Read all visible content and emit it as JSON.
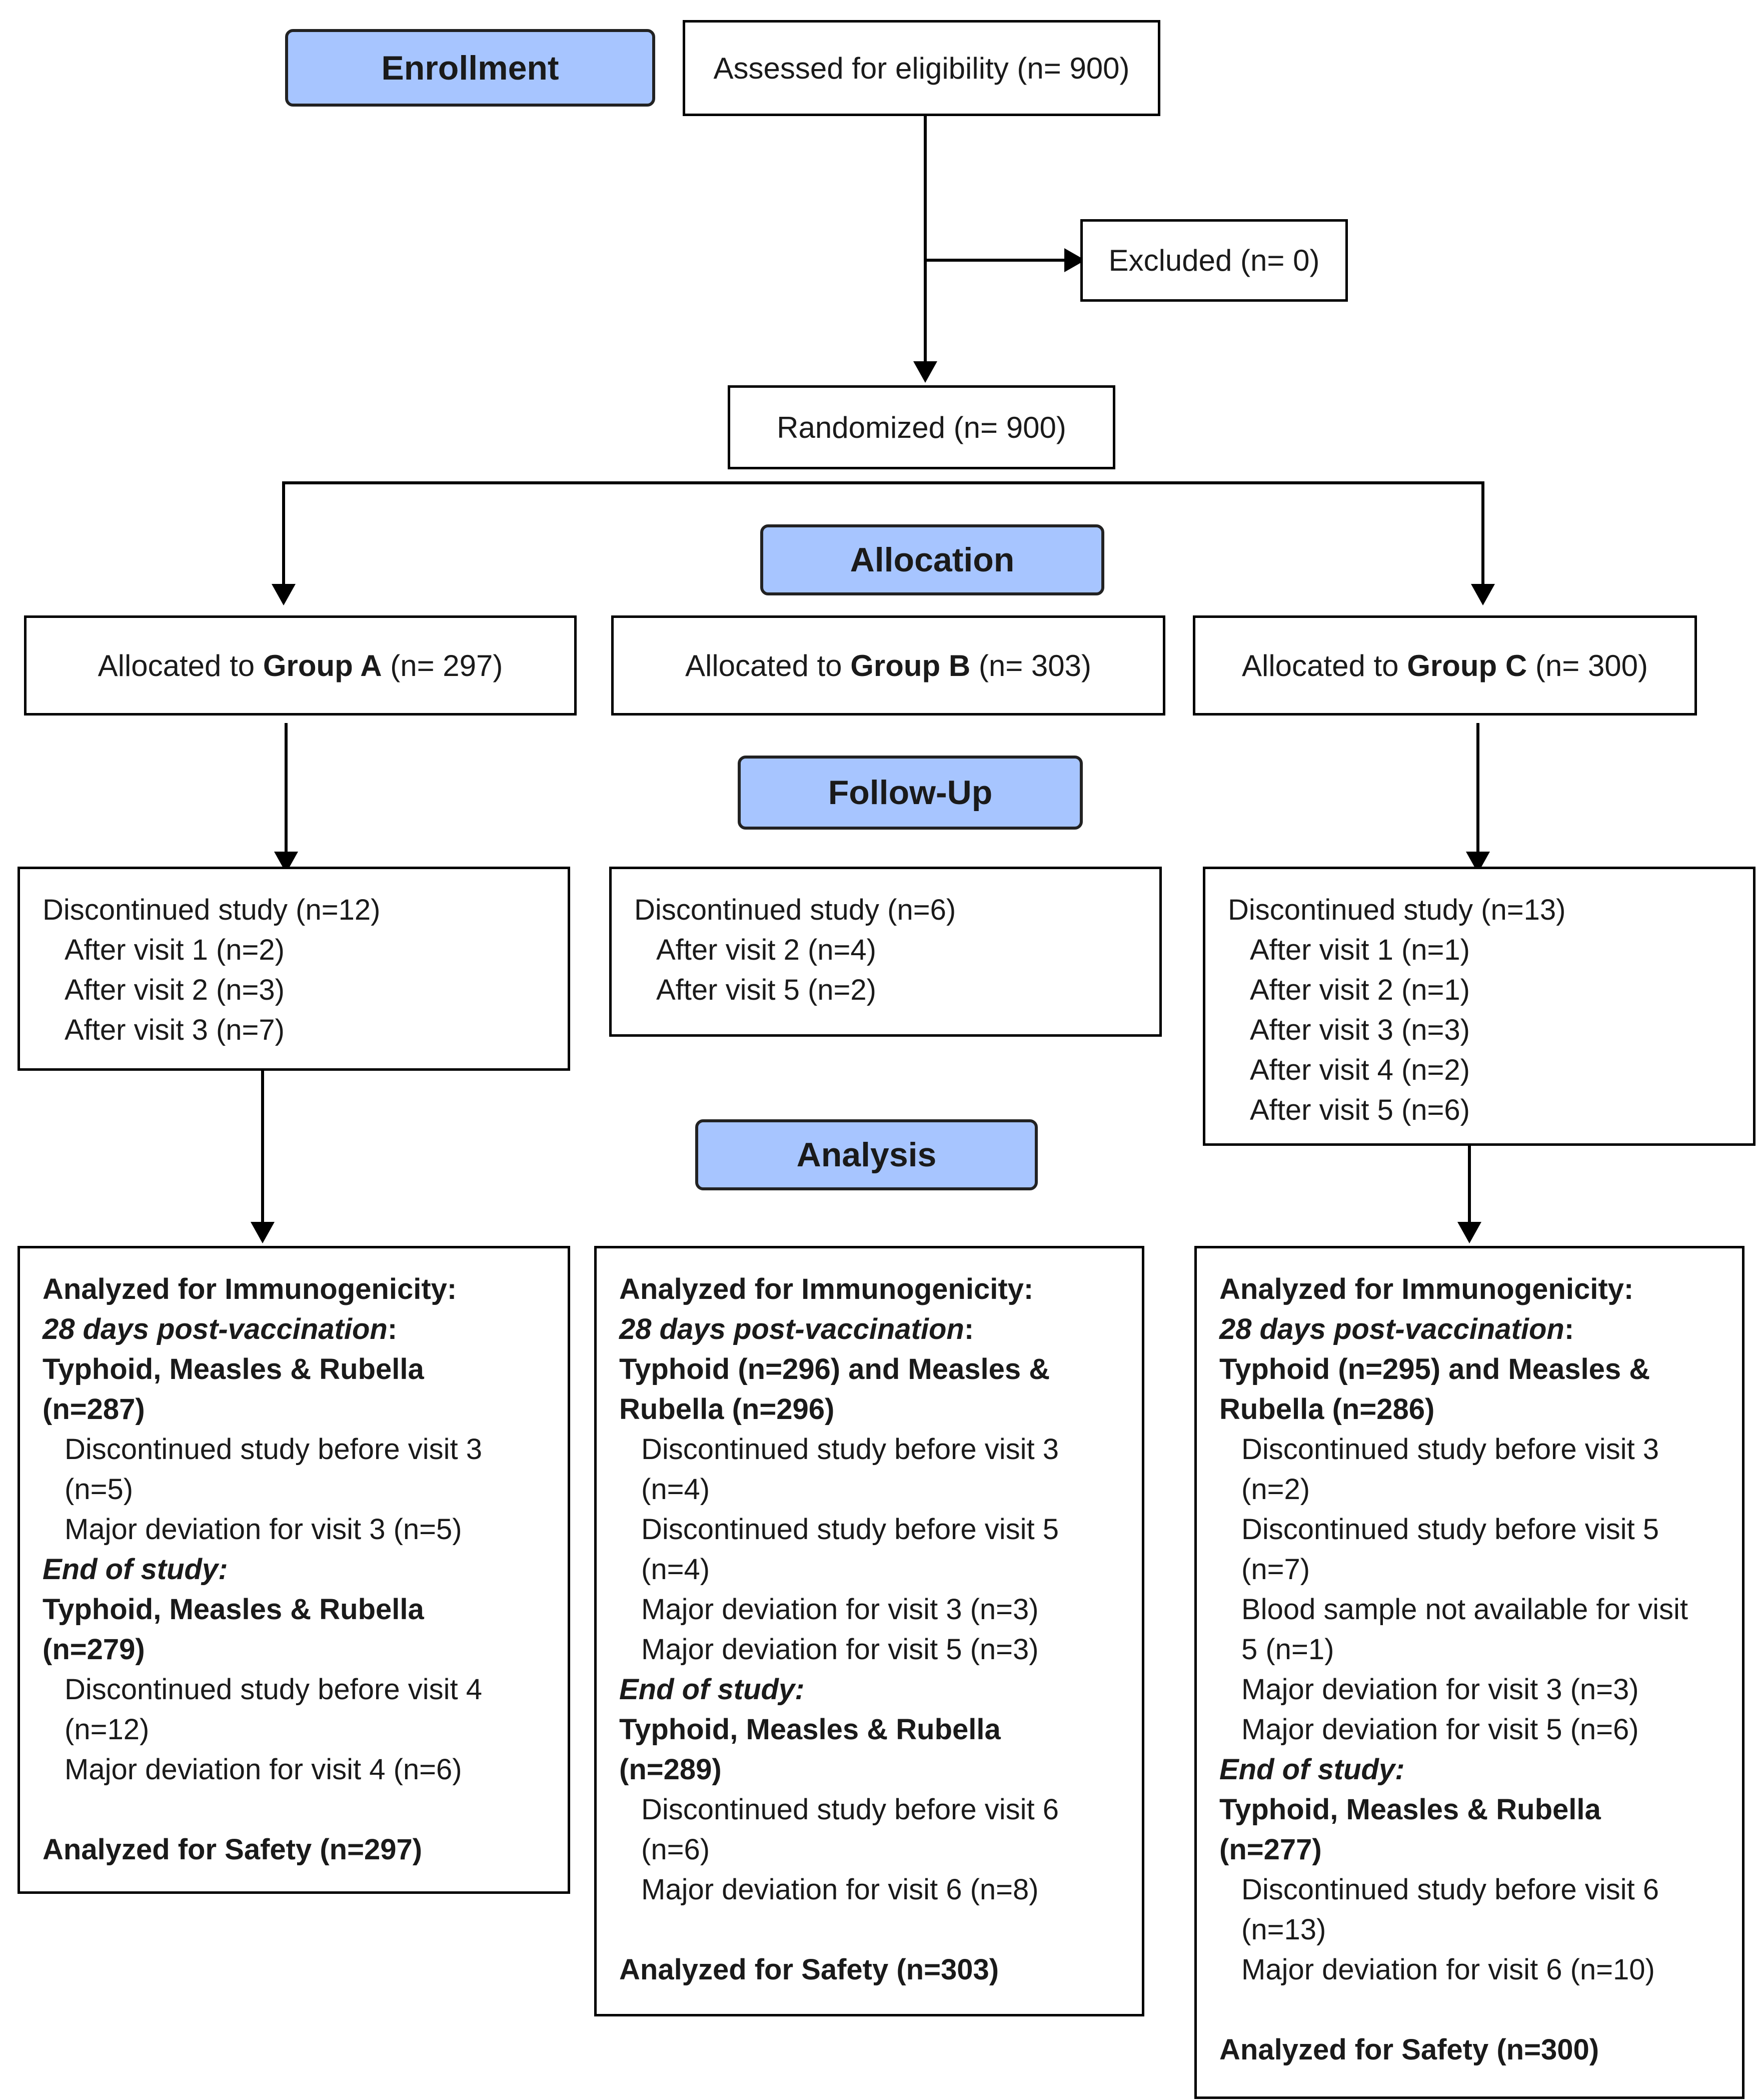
{
  "stages": {
    "enrollment": "Enrollment",
    "allocation": "Allocation",
    "follow_up": "Follow-Up",
    "analysis": "Analysis"
  },
  "assessed": "Assessed for eligibility (n= 900)",
  "excluded": "Excluded (n= 0)",
  "randomized": "Randomized (n= 900)",
  "groups": [
    {
      "prefix": "Allocated to ",
      "name": "Group A",
      "count": " (n= 297)"
    },
    {
      "prefix": "Allocated to ",
      "name": "Group B",
      "count": " (n= 303)"
    },
    {
      "prefix": "Allocated to ",
      "name": "Group C",
      "count": " (n= 300)"
    }
  ],
  "followup": [
    {
      "title": "Discontinued study (n=12)",
      "items": [
        "After visit 1 (n=2)",
        "After visit 2 (n=3)",
        "After visit 3 (n=7)"
      ]
    },
    {
      "title": "Discontinued study (n=6)",
      "items": [
        "After visit 2 (n=4)",
        "After visit 5 (n=2)"
      ]
    },
    {
      "title": "Discontinued study (n=13)",
      "items": [
        "After visit 1 (n=1)",
        "After visit 2 (n=1)",
        "After visit 3 (n=3)",
        "After visit 4 (n=2)",
        "After visit 5 (n=6)"
      ]
    }
  ],
  "analysis": [
    [
      {
        "s": "b",
        "t": "Analyzed for Immunogenicity:"
      },
      {
        "s": "bi",
        "t": "28 days post-vaccination",
        "suffix": ":"
      },
      {
        "s": "b",
        "t": "Typhoid, Measles & Rubella"
      },
      {
        "s": "b",
        "t": "(n=287)"
      },
      {
        "s": "ind",
        "t": "Discontinued study before visit 3"
      },
      {
        "s": "ind",
        "t": "(n=5)"
      },
      {
        "s": "ind",
        "t": "Major deviation for visit 3 (n=5)"
      },
      {
        "s": "bi",
        "t": "End of study:"
      },
      {
        "s": "b",
        "t": "Typhoid, Measles & Rubella"
      },
      {
        "s": "b",
        "t": "(n=279)"
      },
      {
        "s": "ind",
        "t": "Discontinued study before visit 4"
      },
      {
        "s": "ind",
        "t": "(n=12)"
      },
      {
        "s": "ind",
        "t": "Major deviation for visit 4 (n=6)"
      },
      {
        "s": "gap",
        "t": ""
      },
      {
        "s": "b",
        "t": "Analyzed for Safety (n=297)"
      }
    ],
    [
      {
        "s": "b",
        "t": "Analyzed for Immunogenicity:"
      },
      {
        "s": "bi",
        "t": "28 days post-vaccination",
        "suffix": ":"
      },
      {
        "s": "b",
        "t": "Typhoid (n=296) and Measles &"
      },
      {
        "s": "b",
        "t": "Rubella (n=296)"
      },
      {
        "s": "ind",
        "t": "Discontinued study before visit 3"
      },
      {
        "s": "ind",
        "t": "(n=4)"
      },
      {
        "s": "ind",
        "t": "Discontinued study before visit 5"
      },
      {
        "s": "ind",
        "t": "(n=4)"
      },
      {
        "s": "ind",
        "t": "Major deviation for visit 3 (n=3)"
      },
      {
        "s": "ind",
        "t": "Major deviation for visit 5 (n=3)"
      },
      {
        "s": "bi",
        "t": "End of study:"
      },
      {
        "s": "b",
        "t": "Typhoid, Measles & Rubella"
      },
      {
        "s": "b",
        "t": "(n=289)"
      },
      {
        "s": "ind",
        "t": "Discontinued study before visit 6"
      },
      {
        "s": "ind",
        "t": "(n=6)"
      },
      {
        "s": "ind",
        "t": "Major deviation for visit 6 (n=8)"
      },
      {
        "s": "gap",
        "t": ""
      },
      {
        "s": "b",
        "t": "Analyzed for Safety (n=303)"
      }
    ],
    [
      {
        "s": "b",
        "t": "Analyzed for Immunogenicity:"
      },
      {
        "s": "bi",
        "t": "28 days post-vaccination",
        "suffix": ":"
      },
      {
        "s": "b",
        "t": "Typhoid (n=295) and Measles &"
      },
      {
        "s": "b",
        "t": "Rubella (n=286)"
      },
      {
        "s": "ind",
        "t": "Discontinued study before visit 3"
      },
      {
        "s": "ind",
        "t": "(n=2)"
      },
      {
        "s": "ind",
        "t": "Discontinued study before visit 5"
      },
      {
        "s": "ind",
        "t": "(n=7)"
      },
      {
        "s": "ind",
        "t": "Blood sample not available for visit"
      },
      {
        "s": "ind",
        "t": "5 (n=1)"
      },
      {
        "s": "ind",
        "t": "Major deviation for visit 3 (n=3)"
      },
      {
        "s": "ind",
        "t": "Major deviation for visit 5 (n=6)"
      },
      {
        "s": "bi",
        "t": "End of study:"
      },
      {
        "s": "b",
        "t": "Typhoid, Measles & Rubella"
      },
      {
        "s": "b",
        "t": "(n=277)"
      },
      {
        "s": "ind",
        "t": "Discontinued study before visit 6"
      },
      {
        "s": "ind",
        "t": "(n=13)"
      },
      {
        "s": "ind",
        "t": "Major deviation for visit 6 (n=10)"
      },
      {
        "s": "gap",
        "t": ""
      },
      {
        "s": "b",
        "t": "Analyzed for Safety (n=300)"
      }
    ]
  ]
}
